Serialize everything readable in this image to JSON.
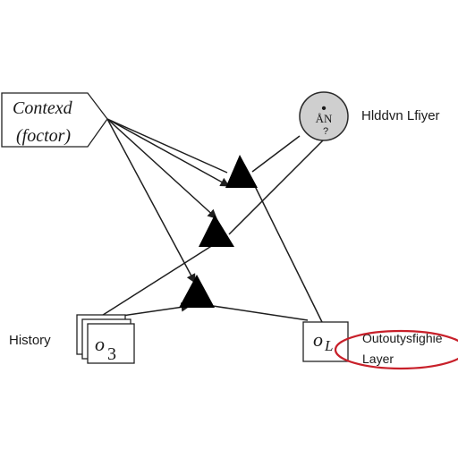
{
  "context_node": {
    "line1": "Contexd",
    "line2": "(foctor)"
  },
  "hidden_node": {
    "glyph_top": "•",
    "glyph_mid": "ÅN",
    "glyph_bottom": "?",
    "side_label": "Hlddvn Lfiyer"
  },
  "history_node": {
    "side_label": "History",
    "symbol": "o",
    "subscript": "3"
  },
  "output_node": {
    "symbol": "o",
    "subscript": "L",
    "label_line1": "Outoutysfighie",
    "label_line2": "Layer"
  },
  "colors": {
    "ink": "#1e1e1e",
    "hidden_fill": "#cfcfcf",
    "highlight_ellipse": "#c8202a"
  }
}
